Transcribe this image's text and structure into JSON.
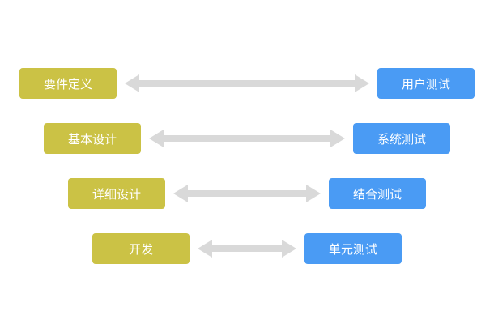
{
  "colors": {
    "olive": "#cbc245",
    "blue": "#4a9bf4",
    "arrow": "#d9d9d9"
  },
  "rows": [
    {
      "left": "要件定义",
      "right": "用户测试"
    },
    {
      "left": "基本设计",
      "right": "系统测试"
    },
    {
      "left": "详细设计",
      "right": "结合测试"
    },
    {
      "left": "开发",
      "right": "单元测试"
    }
  ]
}
